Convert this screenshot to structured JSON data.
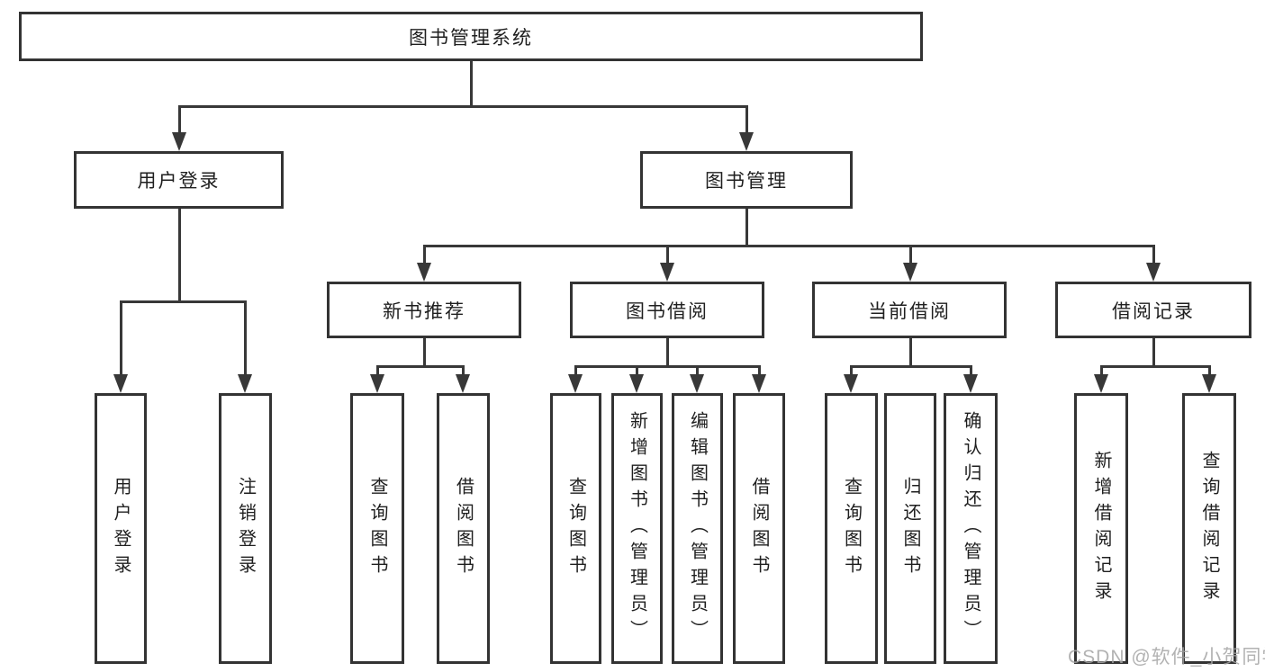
{
  "diagram": {
    "title": "图书管理系统",
    "type": "hierarchy-tree"
  },
  "tree": {
    "root": {
      "label": "图书管理系统",
      "children": [
        {
          "label": "用户登录",
          "children": [
            {
              "label": "用户登录"
            },
            {
              "label": "注销登录"
            }
          ]
        },
        {
          "label": "图书管理",
          "children": [
            {
              "label": "新书推荐",
              "children": [
                {
                  "label": "查询图书"
                },
                {
                  "label": "借阅图书"
                }
              ]
            },
            {
              "label": "图书借阅",
              "children": [
                {
                  "label": "查询图书"
                },
                {
                  "label": "新增图书（管理员）"
                },
                {
                  "label": "编辑图书（管理员）"
                },
                {
                  "label": "借阅图书"
                }
              ]
            },
            {
              "label": "当前借阅",
              "children": [
                {
                  "label": "查询图书"
                },
                {
                  "label": "归还图书"
                },
                {
                  "label": "确认归还（管理员）"
                }
              ]
            },
            {
              "label": "借阅记录",
              "children": [
                {
                  "label": "新增借阅记录"
                },
                {
                  "label": "查询借阅记录"
                }
              ]
            }
          ]
        }
      ]
    }
  },
  "watermark": {
    "text": "CSDN @软件_小贺同学"
  },
  "colors": {
    "line": "#383838",
    "box_border": "#333333",
    "text": "#1f1f1f",
    "watermark": "#a5a5a5",
    "background": "#ffffff"
  }
}
